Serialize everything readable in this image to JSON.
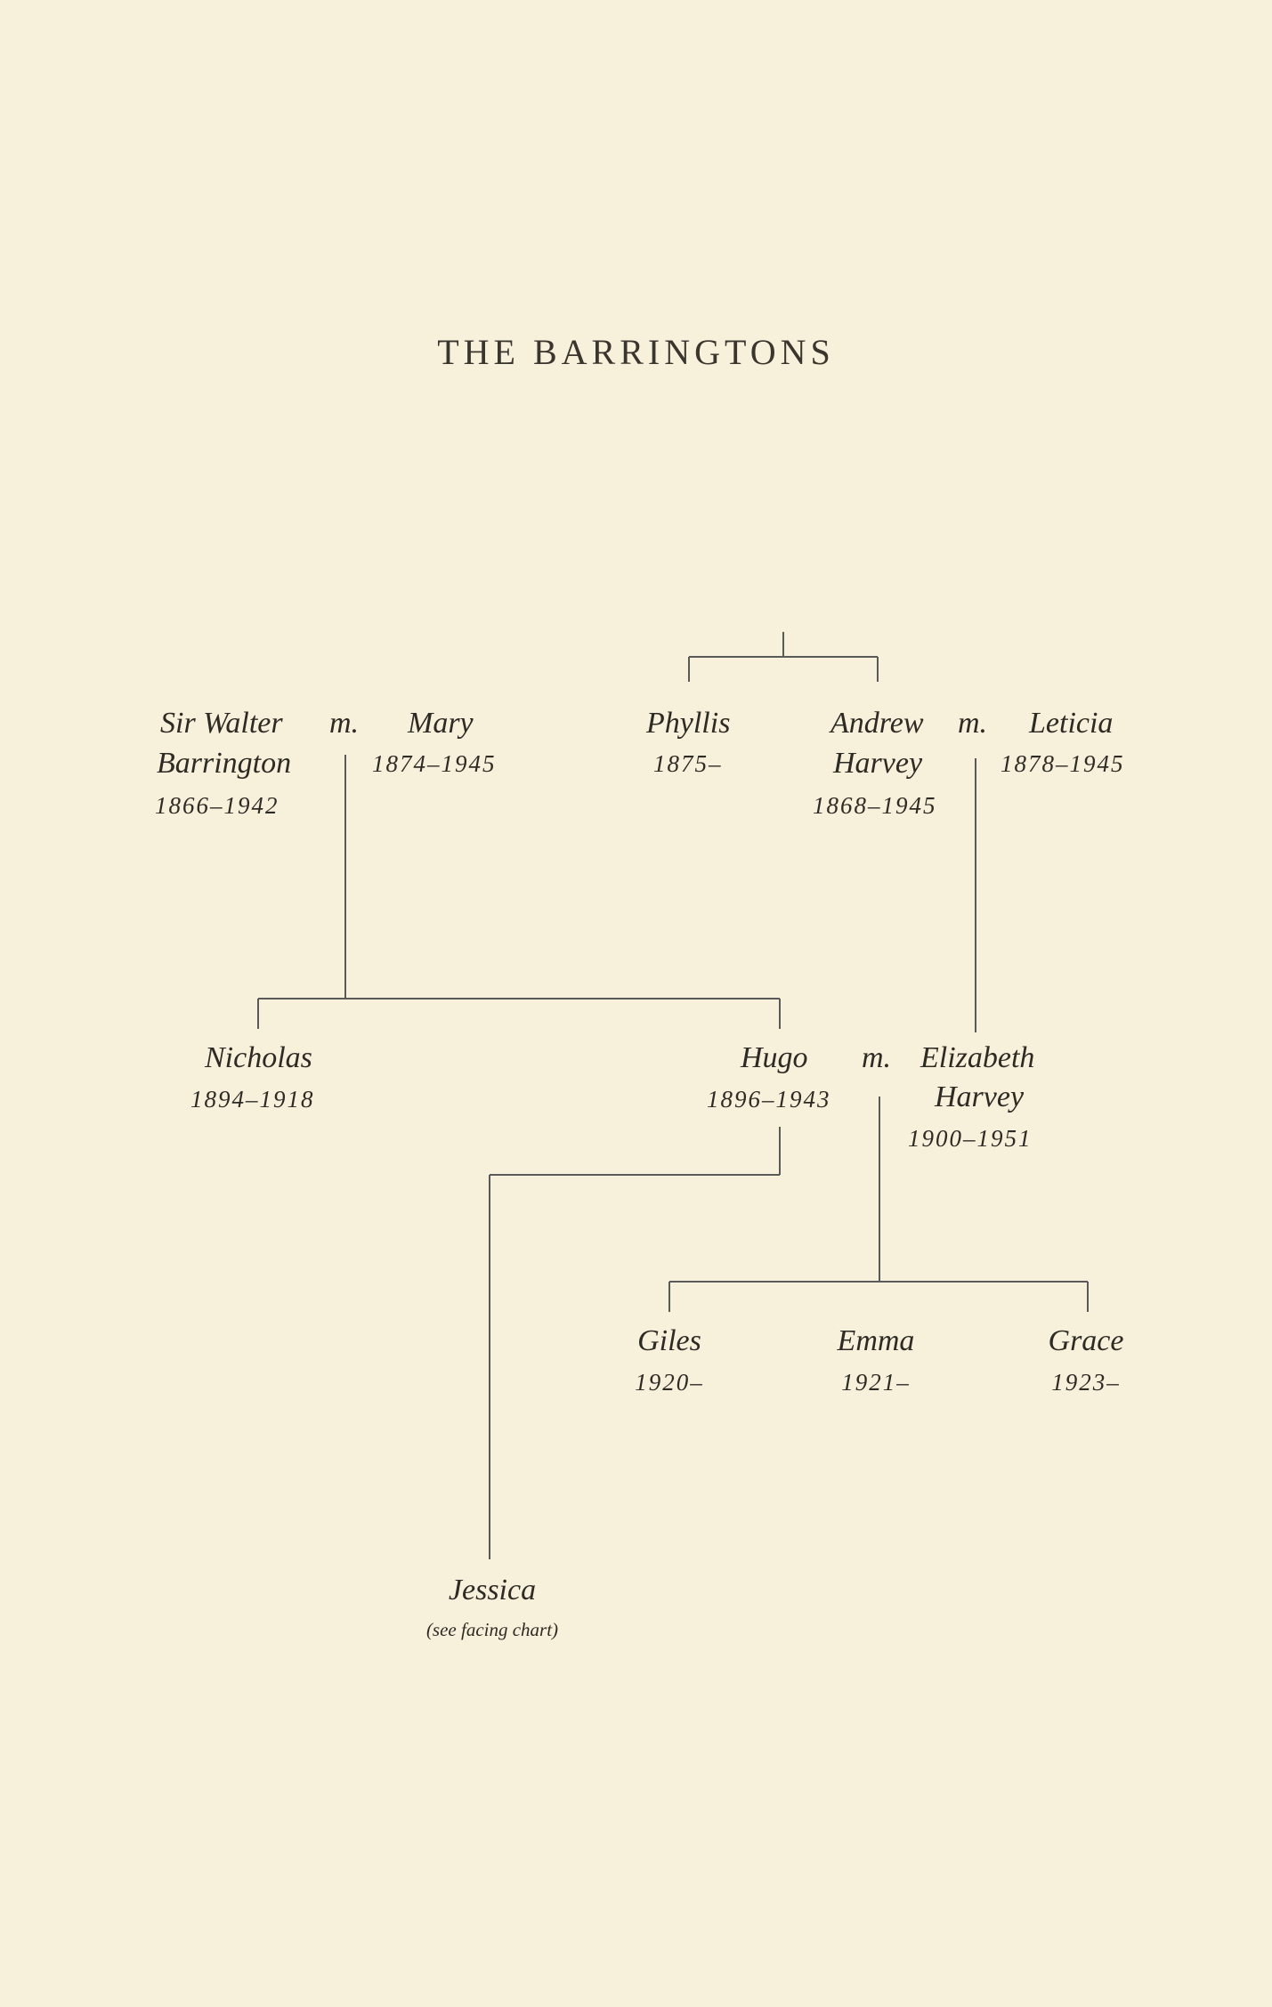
{
  "title": "THE BARRINGTONS",
  "people": {
    "walter": {
      "line1": "Sir Walter",
      "line2": "Barrington",
      "dates": "1866–1942"
    },
    "mary": {
      "name": "Mary",
      "dates": "1874–1945"
    },
    "phyllis": {
      "name": "Phyllis",
      "dates": "1875–"
    },
    "andrew": {
      "line1": "Andrew",
      "line2": "Harvey",
      "dates": "1868–1945"
    },
    "leticia": {
      "name": "Leticia",
      "dates": "1878–1945"
    },
    "nicholas": {
      "name": "Nicholas",
      "dates": "1894–1918"
    },
    "hugo": {
      "name": "Hugo",
      "dates": "1896–1943"
    },
    "elizabeth": {
      "line1": "Elizabeth",
      "line2": "Harvey",
      "dates": "1900–1951"
    },
    "giles": {
      "name": "Giles",
      "dates": "1920–"
    },
    "emma": {
      "name": "Emma",
      "dates": "1921–"
    },
    "grace": {
      "name": "Grace",
      "dates": "1923–"
    },
    "jessica": {
      "name": "Jessica",
      "note": "(see facing chart)"
    }
  },
  "marriage_marker": "m."
}
